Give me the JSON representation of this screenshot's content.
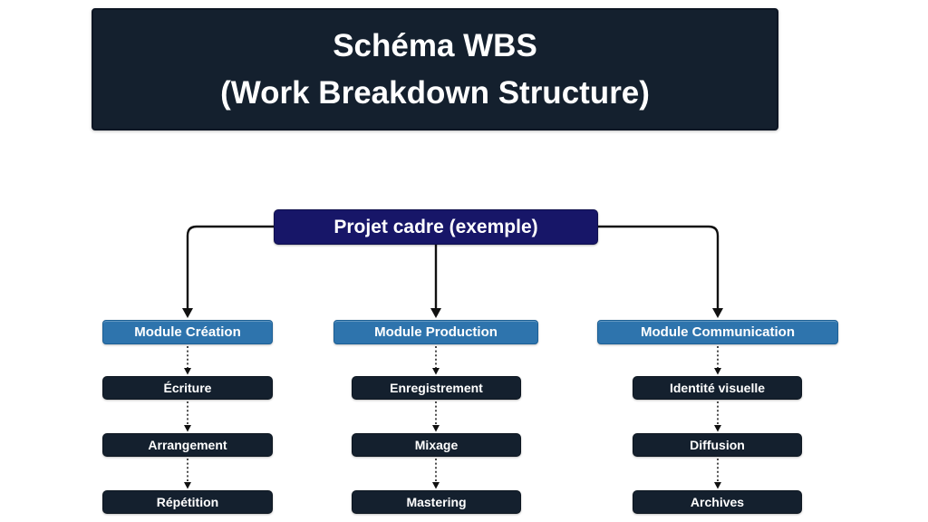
{
  "title": {
    "line1": "Schéma WBS",
    "line2": "(Work Breakdown Structure)"
  },
  "root": {
    "label": "Projet cadre (exemple)"
  },
  "columns": [
    {
      "module": "Module Création",
      "tasks": [
        "Écriture",
        "Arrangement",
        "Répétition"
      ]
    },
    {
      "module": "Module Production",
      "tasks": [
        "Enregistrement",
        "Mixage",
        "Mastering"
      ]
    },
    {
      "module": "Module Communication",
      "tasks": [
        "Identité visuelle",
        "Diffusion",
        "Archives"
      ]
    }
  ],
  "colors": {
    "header_bg": "#14202e",
    "root_bg": "#171668",
    "module_bg": "#2e74ad",
    "task_bg": "#14202e",
    "connector": "#111111",
    "text": "#ffffff"
  }
}
